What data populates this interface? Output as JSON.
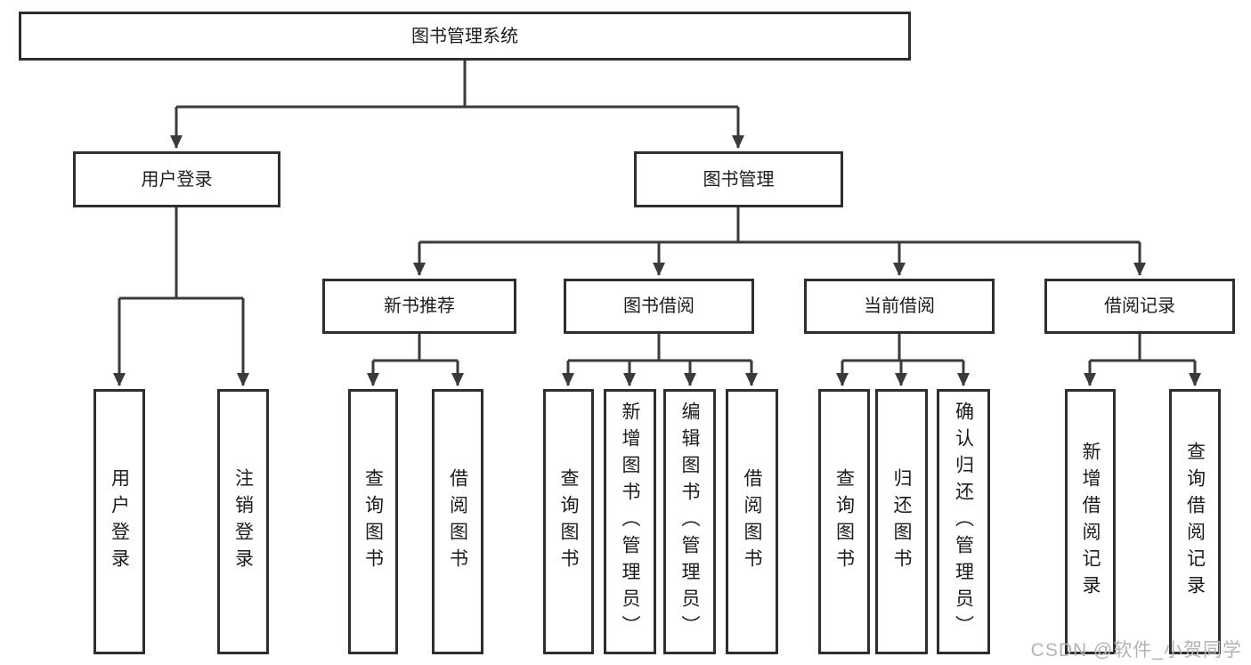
{
  "tree": {
    "label": "图书管理系统",
    "children": [
      {
        "label": "用户登录",
        "children": [
          {
            "label": "用户登录"
          },
          {
            "label": "注销登录"
          }
        ]
      },
      {
        "label": "图书管理",
        "children": [
          {
            "label": "新书推荐",
            "children": [
              {
                "label": "查询图书"
              },
              {
                "label": "借阅图书"
              }
            ]
          },
          {
            "label": "图书借阅",
            "children": [
              {
                "label": "查询图书"
              },
              {
                "label": "新增图书（管理员）"
              },
              {
                "label": "编辑图书（管理员）"
              },
              {
                "label": "借阅图书"
              }
            ]
          },
          {
            "label": "当前借阅",
            "children": [
              {
                "label": "查询图书"
              },
              {
                "label": "归还图书"
              },
              {
                "label": "确认归还（管理员）"
              }
            ]
          },
          {
            "label": "借阅记录",
            "children": [
              {
                "label": "新增借阅记录"
              },
              {
                "label": "查询借阅记录"
              }
            ]
          }
        ]
      }
    ]
  },
  "watermark": {
    "text": "CSDN @软件_小贺同学"
  },
  "colors": {
    "line": "#3a3a3a",
    "box_border": "#2e2e2e",
    "text": "#1c1c1c",
    "watermark": "#b3b3b3",
    "background": "#ffffff"
  }
}
